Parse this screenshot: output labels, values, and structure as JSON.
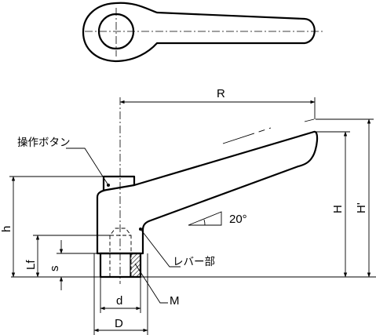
{
  "labels": {
    "operation_button": "操作ボタン",
    "lever_part": "レバー部",
    "angle": "20°",
    "R": "R",
    "H": "H",
    "H_prime": "H'",
    "h": "h",
    "Lf": "Lf",
    "s": "s",
    "d": "d",
    "D": "D",
    "M": "M"
  },
  "colors": {
    "line": "#000000",
    "fill": "#ffffff"
  }
}
